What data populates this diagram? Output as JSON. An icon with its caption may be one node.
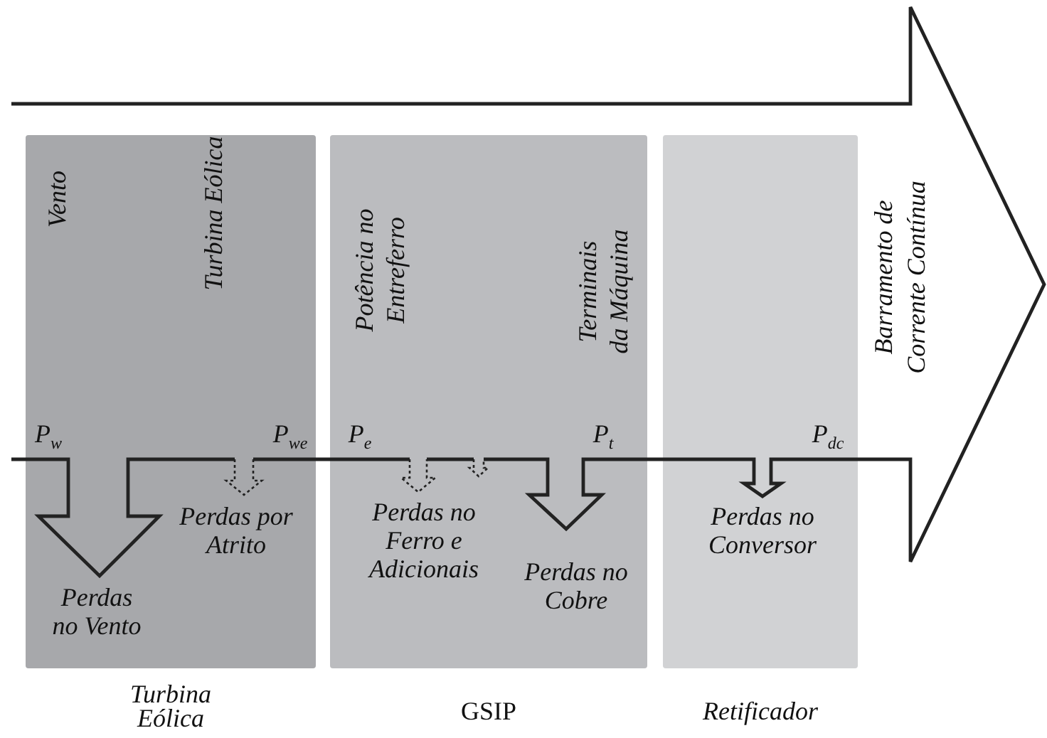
{
  "diagram": {
    "nodes": [
      {
        "text": [
          "Turbina Eólica"
        ]
      },
      {
        "text": [
          "GSIP"
        ]
      },
      {
        "text": [
          "Retificador"
        ]
      }
    ],
    "labels": [
      "Barramento de Corrente Contínua",
      "Vento",
      "Turbina Eólica",
      "Potência no Entreferro",
      "Terminais da Máquina",
      "P$_{w}$",
      "P$_{we}$",
      "P$_{e}$",
      "P$_{t}$",
      "P$_{dc}$",
      "Perdas por Atrito",
      "Perdas no Ferro e Adicionais",
      "Perdas no Cobre",
      "Perdas no Conversor",
      "Perdas no Vento"
    ]
  }
}
